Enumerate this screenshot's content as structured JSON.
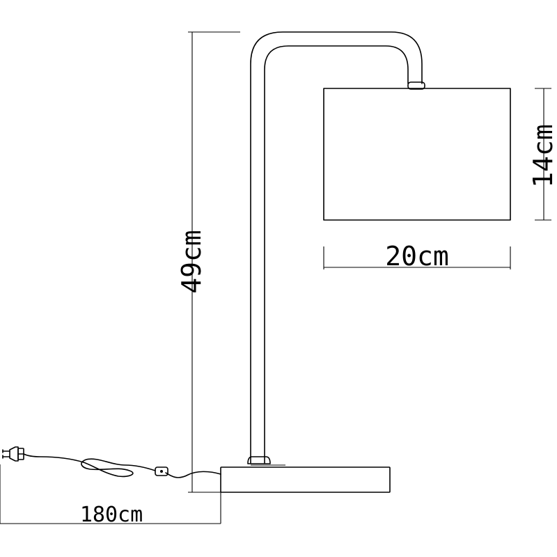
{
  "dimensions": {
    "total_height": "49cm",
    "shade_height": "14cm",
    "shade_width": "20cm",
    "cable_length": "180cm"
  },
  "colors": {
    "line": "#000000",
    "background": "#ffffff"
  }
}
